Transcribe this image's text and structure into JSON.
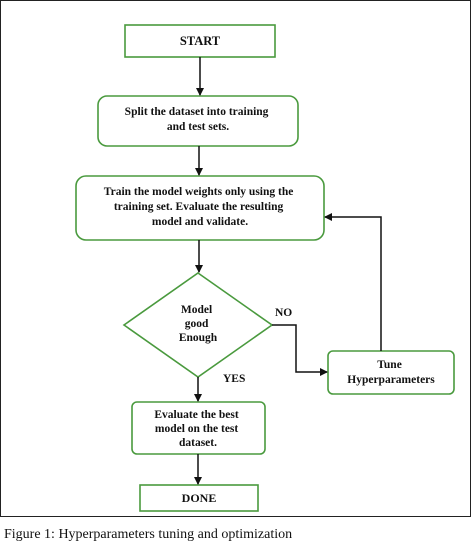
{
  "nodes": {
    "start": "START",
    "split": [
      "Split the dataset into training",
      "and test sets."
    ],
    "train": [
      "Train the model weights only using the",
      "training set. Evaluate the resulting",
      "model and validate."
    ],
    "decision": [
      "Model",
      "good",
      "Enough"
    ],
    "tune": [
      "Tune",
      "Hyperparameters"
    ],
    "evaluate": [
      "Evaluate the best",
      "model on the test",
      "dataset."
    ],
    "done": "DONE"
  },
  "edges": {
    "no_label": "NO",
    "yes_label": "YES"
  },
  "caption": "Figure 1: Hyperparameters tuning and optimization",
  "colors": {
    "node_border": "#4a9a3e",
    "arrow": "#111111",
    "text": "#111111"
  }
}
